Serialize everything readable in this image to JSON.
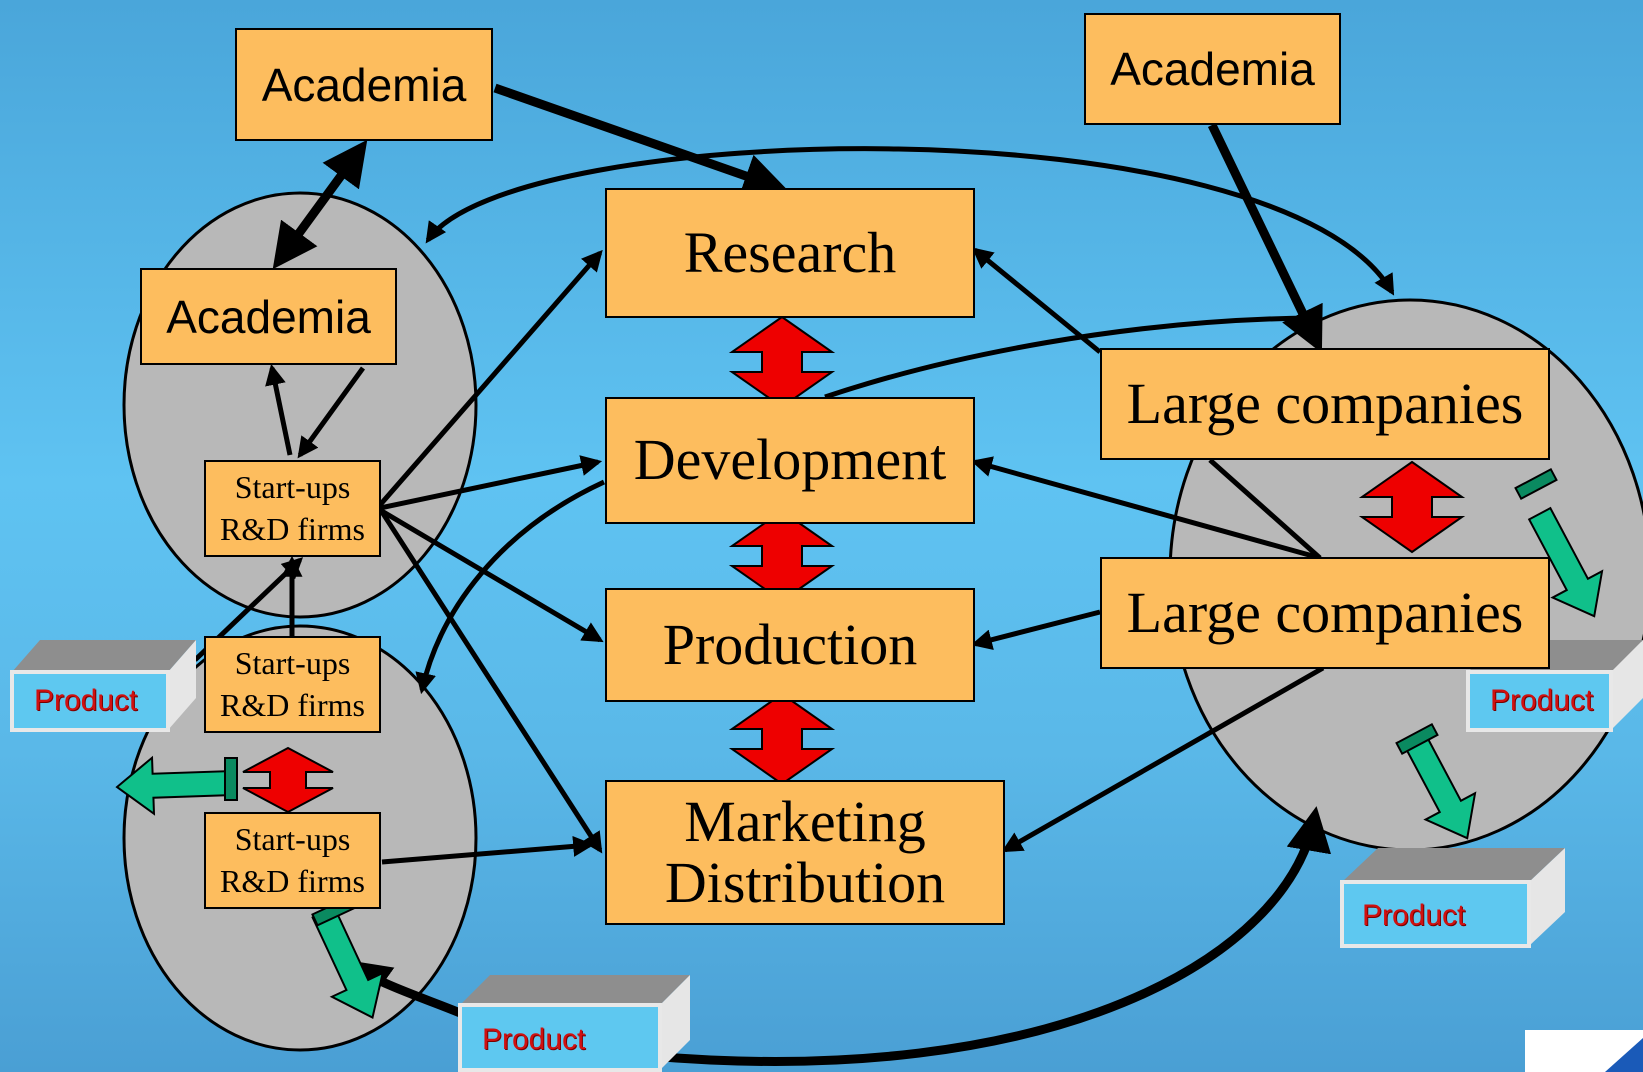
{
  "center": {
    "research": "Research",
    "development": "Development",
    "production": "Production",
    "marketing_line1": "Marketing",
    "marketing_line2": "Distribution"
  },
  "academia": {
    "top_left": "Academia",
    "top_right": "Academia",
    "inner_left": "Academia"
  },
  "startups": [
    {
      "line1": "Start-ups",
      "line2": "R&D firms"
    },
    {
      "line1": "Start-ups",
      "line2": "R&D firms"
    },
    {
      "line1": "Start-ups",
      "line2": "R&D firms"
    }
  ],
  "large_companies": [
    "Large companies",
    "Large companies"
  ],
  "product_labels": [
    "Product",
    "Product",
    "Product",
    "Product"
  ],
  "colors": {
    "box_fill": "#fdbd5e",
    "cluster_fill": "#b8b8b8",
    "double_arrow": "#ee0000",
    "product_arrow": "#10c08a",
    "product_text": "#d01010"
  }
}
